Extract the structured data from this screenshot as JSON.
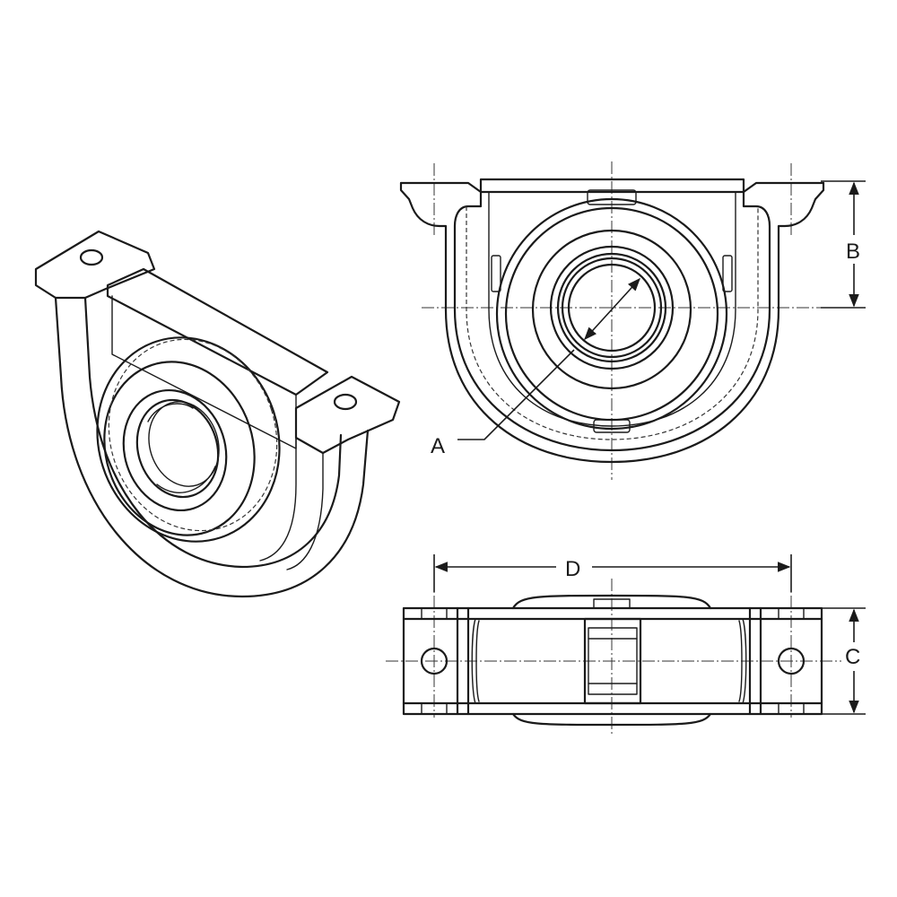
{
  "dimensions": {
    "A": "A",
    "B": "B",
    "C": "C",
    "D": "D"
  }
}
